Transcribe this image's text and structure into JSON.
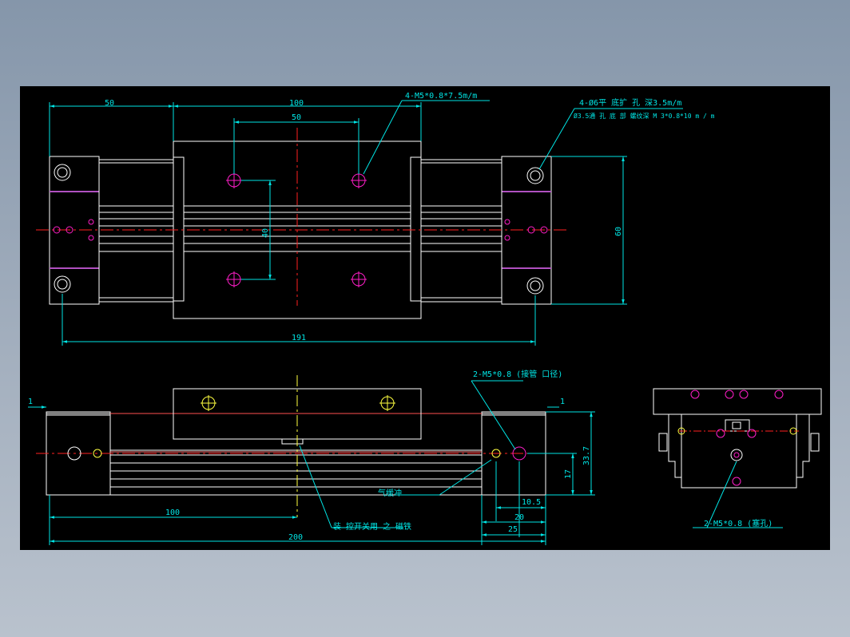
{
  "drawing": {
    "background_color": "#000000",
    "colors": {
      "outline": "#ffffff",
      "dimension": "#00e5e5",
      "centerline": "#ff2020",
      "hole": "#ff1ec8",
      "aux": "#ffff40",
      "purple": "#b050c0"
    },
    "top_view": {
      "dim_left_50": "50",
      "dim_total_100": "100",
      "dim_hole_pitch_50": "50",
      "dim_vertical_40": "40",
      "dim_height_60": "60",
      "dim_overall_191": "191",
      "callout_mount_holes": "4-M5*0.8*7.5m/m",
      "callout_counterbore_line1": "4-Ø6平 底扩 孔 深3.5m/m",
      "callout_counterbore_line2": "Ø3.5通 孔 底 部 螺纹深 M 3*0.8*10 m / m"
    },
    "side_view": {
      "dim_gap_left": "1",
      "dim_gap_right": "1",
      "callout_ports": "2-M5*0.8 (接管 口径)",
      "label_air_pipe": "气缓冲",
      "label_switch": "装 控开关用 之 磁铁",
      "dim_height_33_7": "33.7",
      "dim_height_17": "17",
      "dim_10_5": "10.5",
      "dim_20": "20",
      "dim_25": "25",
      "dim_100": "100",
      "dim_200": "200"
    },
    "end_view": {
      "callout_plug": "2-M5*0.8 (塞孔)"
    }
  }
}
